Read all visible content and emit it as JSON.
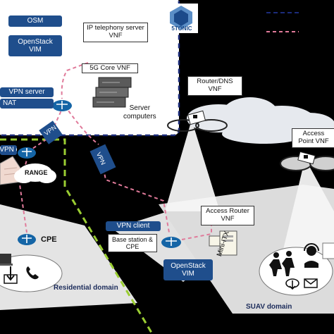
{
  "cloud_panel": {
    "osm": "OSM",
    "openstack_vim": "OpenStack\nVIM",
    "vpn_server": "VPN server",
    "nat": "NAT",
    "ip_telephony_vnf": "IP telephony server\nVNF",
    "core_5g_vnf": "5G Core VNF",
    "server_computers": "Server\ncomputers"
  },
  "logo": {
    "text": "5TONIC"
  },
  "links": {
    "vpn_left": "VPN",
    "vpn_center": "VPN"
  },
  "residential": {
    "vpn_client": "VPN client",
    "range_text": "RANGE",
    "cpe": "CPE",
    "domain_label": "Residential domain"
  },
  "edge": {
    "vpn_client": "VPN client",
    "base_station_cpe": "Base station &\nCPE",
    "access_router_vnf": "Access Router\nVNF",
    "openstack_vim": "OpenStack\nVIM",
    "mini_itx": "Mini-ITX"
  },
  "suav": {
    "router_dns_vnf": "Router/DNS\nVNF",
    "access_point_vnf": "Access\nPoint VNF",
    "domain_label": "SUAV domain"
  },
  "colors": {
    "blue": "#1f4e8c",
    "green_dash": "#9acd32",
    "pink_dash": "#e07a9a",
    "navy_dash": "#1b2b7a"
  }
}
